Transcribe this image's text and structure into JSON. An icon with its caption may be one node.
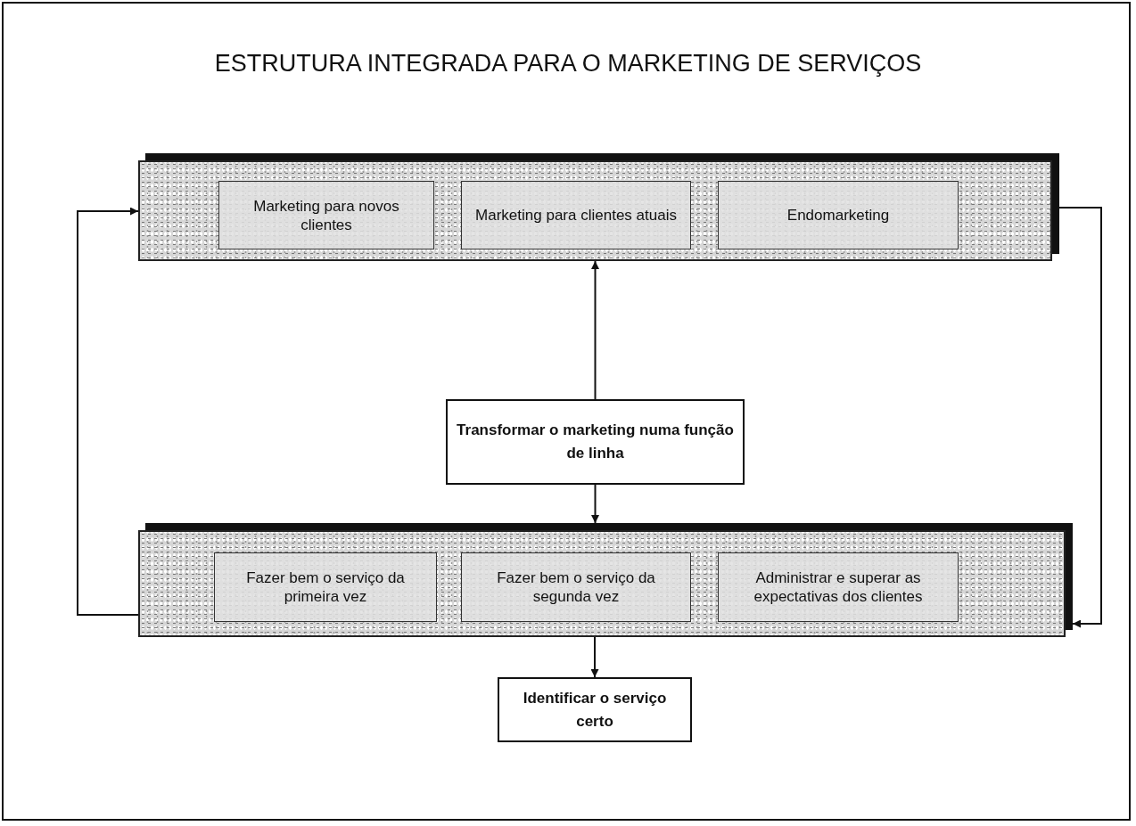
{
  "diagram": {
    "title": "ESTRUTURA INTEGRADA PARA O MARKETING DE SERVIÇOS",
    "nodes": [
      {
        "text": [],
        "shape": "box"
      },
      {
        "text": [
          "Marketing para novos clientes"
        ],
        "in": 0
      },
      {
        "text": [
          "Marketing para clientes atuais"
        ],
        "in": 0
      },
      {
        "text": [
          "Endomarketing"
        ],
        "in": 0
      },
      {
        "text": [
          "Transformar o marketing numa função de linha"
        ]
      },
      {
        "text": [],
        "shape": "box"
      },
      {
        "text": [
          "Fazer bem o serviço da primeira vez"
        ],
        "in": 5
      },
      {
        "text": [
          "Fazer bem o serviço da segunda vez"
        ],
        "in": 5
      },
      {
        "text": [
          "Administrar e superar as expectativas dos clientes"
        ],
        "in": 5
      },
      {
        "text": [
          "Identificar o serviço certo"
        ]
      }
    ],
    "edges": [
      {
        "from": 5,
        "to": 0,
        "arrow": "to"
      },
      {
        "from": 0,
        "to": 5,
        "arrow": "to"
      },
      {
        "from": 4,
        "to": 0,
        "arrow": "to"
      },
      {
        "from": 4,
        "to": 5,
        "arrow": "to"
      },
      {
        "from": 5,
        "to": 9,
        "arrow": "to"
      }
    ]
  }
}
